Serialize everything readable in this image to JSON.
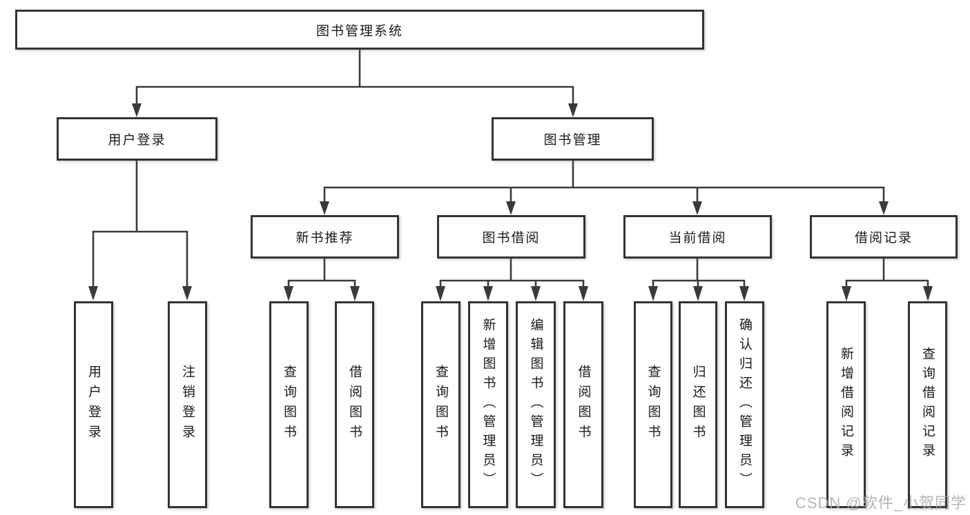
{
  "tree": {
    "root": {
      "id": "system",
      "label": "图书管理系统"
    },
    "branches": [
      {
        "id": "user-login",
        "label": "用户登录",
        "children": [
          {
            "id": "user-login-leaf",
            "label": "用户登录"
          },
          {
            "id": "logout",
            "label": "注销登录"
          }
        ]
      },
      {
        "id": "book-management",
        "label": "图书管理",
        "groups": [
          {
            "id": "new-book-recommend",
            "label": "新书推荐",
            "children": [
              {
                "id": "query-books",
                "label": "查询图书"
              },
              {
                "id": "borrow-books",
                "label": "借阅图书"
              }
            ]
          },
          {
            "id": "book-borrow",
            "label": "图书借阅",
            "children": [
              {
                "id": "query-books",
                "label": "查询图书"
              },
              {
                "id": "add-books-admin",
                "label": "新增图书（管理员）"
              },
              {
                "id": "edit-books-admin",
                "label": "编辑图书（管理员）"
              },
              {
                "id": "borrow-books",
                "label": "借阅图书"
              }
            ]
          },
          {
            "id": "current-borrow",
            "label": "当前借阅",
            "children": [
              {
                "id": "query-books",
                "label": "查询图书"
              },
              {
                "id": "return-books",
                "label": "归还图书"
              },
              {
                "id": "confirm-return-admin",
                "label": "确认归还（管理员）"
              }
            ]
          },
          {
            "id": "borrow-records",
            "label": "借阅记录",
            "children": [
              {
                "id": "add-borrow-record",
                "label": "新增借阅记录"
              },
              {
                "id": "query-borrow-record",
                "label": "查询借阅记录"
              }
            ]
          }
        ]
      }
    ]
  },
  "watermark": {
    "text": "CSDN @软件_小贺同学"
  },
  "colors": {
    "line": "#3a3a3a",
    "box_border": "#333333",
    "text": "#1a1a1a",
    "watermark": "#a8a8a8",
    "background": "#ffffff"
  }
}
